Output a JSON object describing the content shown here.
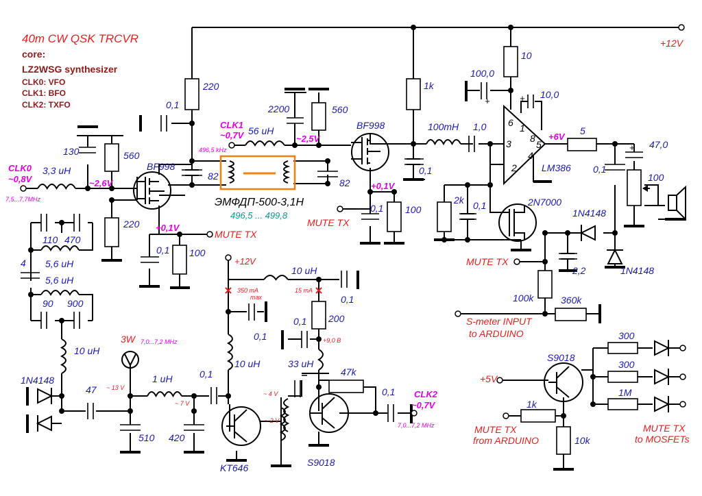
{
  "title": {
    "main": "40m CW QSK TRCVR",
    "core": "core:",
    "synth": "LZ2WSG  synthesizer",
    "clk0": "CLK0: VFO",
    "clk1": "CLK1: BFO",
    "clk2": "CLK2: TXFO"
  },
  "supply": "+12V",
  "labels": [
    {
      "id": "r-220-top",
      "text": "220",
      "color": "blue"
    },
    {
      "id": "c-0-1-a",
      "text": "0,1",
      "color": "blue"
    },
    {
      "id": "c-130",
      "text": "130",
      "color": "blue"
    },
    {
      "id": "r-560-a",
      "text": "560",
      "color": "blue"
    },
    {
      "id": "clk0",
      "text": "CLK0",
      "color": "mag"
    },
    {
      "id": "clk0-v",
      "text": "~0,8V",
      "color": "mag"
    },
    {
      "id": "l-3-3uh",
      "text": "3,3 uH",
      "color": "blue"
    },
    {
      "id": "v-2-6",
      "text": "~2,6V",
      "color": "mag"
    },
    {
      "id": "bf998-1",
      "text": "BF998",
      "color": "blue"
    },
    {
      "id": "c-82-a",
      "text": "82",
      "color": "blue"
    },
    {
      "id": "freq-vfo",
      "text": "7,5...7,7MHz",
      "color": "mag"
    },
    {
      "id": "clk1",
      "text": "CLK1",
      "color": "mag"
    },
    {
      "id": "clk1-v",
      "text": "~0,7V",
      "color": "mag"
    },
    {
      "id": "freq-bfo",
      "text": "496,5 kHz",
      "color": "mag"
    },
    {
      "id": "l-56uh",
      "text": "56 uH",
      "color": "blue"
    },
    {
      "id": "c-2200",
      "text": "2200",
      "color": "blue"
    },
    {
      "id": "r-560-b",
      "text": "560",
      "color": "blue"
    },
    {
      "id": "v-2-5",
      "text": "~2,5V",
      "color": "mag"
    },
    {
      "id": "bf998-2",
      "text": "BF998",
      "color": "blue"
    },
    {
      "id": "c-82-b",
      "text": "82",
      "color": "blue"
    },
    {
      "id": "filter-name",
      "text": "ЭМФДП-500-3,1Н",
      "color": "blk"
    },
    {
      "id": "filter-freq",
      "text": "496,5 ... 499,8",
      "color": "teal"
    },
    {
      "id": "r-220-mid",
      "text": "220",
      "color": "blue"
    },
    {
      "id": "v-0-1-a",
      "text": "+0,1V",
      "color": "mag"
    },
    {
      "id": "mute-tx-a",
      "text": "MUTE TX",
      "color": "red"
    },
    {
      "id": "c-0-1-b",
      "text": "0,1",
      "color": "blue"
    },
    {
      "id": "r-100-a",
      "text": "100",
      "color": "blue"
    },
    {
      "id": "v-0-1-b",
      "text": "+0,1V",
      "color": "mag"
    },
    {
      "id": "c-0-1-c",
      "text": "0,1",
      "color": "blue"
    },
    {
      "id": "r-100-b",
      "text": "100",
      "color": "blue"
    },
    {
      "id": "mute-tx-b",
      "text": "MUTE TX",
      "color": "red"
    },
    {
      "id": "r-1k",
      "text": "1k",
      "color": "blue"
    },
    {
      "id": "l-100mh",
      "text": "100mH",
      "color": "blue"
    },
    {
      "id": "c-1-0",
      "text": "1,0",
      "color": "blue"
    },
    {
      "id": "c-0-1-d",
      "text": "0,1",
      "color": "blue"
    },
    {
      "id": "c-100-0",
      "text": "100,0",
      "color": "blue"
    },
    {
      "id": "r-10",
      "text": "10",
      "color": "blue"
    },
    {
      "id": "c-10-0",
      "text": "10,0",
      "color": "blue"
    },
    {
      "id": "pin-6",
      "text": "6",
      "color": "blk"
    },
    {
      "id": "pin-1",
      "text": "1",
      "color": "blk"
    },
    {
      "id": "pin-8",
      "text": "8",
      "color": "blk"
    },
    {
      "id": "pin-3",
      "text": "3",
      "color": "blk"
    },
    {
      "id": "pin-5",
      "text": "5",
      "color": "blk"
    },
    {
      "id": "pin-4",
      "text": "4",
      "color": "blk"
    },
    {
      "id": "pin-2",
      "text": "2",
      "color": "blk"
    },
    {
      "id": "lm386",
      "text": "LM386",
      "color": "blue"
    },
    {
      "id": "v-6v",
      "text": "+6V",
      "color": "mag"
    },
    {
      "id": "r-5",
      "text": "5",
      "color": "blue"
    },
    {
      "id": "c-47-0",
      "text": "47,0",
      "color": "blue"
    },
    {
      "id": "c-0-1-e",
      "text": "0,1",
      "color": "blue"
    },
    {
      "id": "pot-100",
      "text": "100",
      "color": "blue"
    },
    {
      "id": "r-2k",
      "text": "2k",
      "color": "blue"
    },
    {
      "id": "c-0-1-f",
      "text": "0,1",
      "color": "blue"
    },
    {
      "id": "q-2n7000",
      "text": "2N7000",
      "color": "blue"
    },
    {
      "id": "d-1n4148-a",
      "text": "1N4148",
      "color": "blue"
    },
    {
      "id": "d-1n4148-b",
      "text": "1N4148",
      "color": "blue"
    },
    {
      "id": "mute-tx-c",
      "text": "MUTE TX",
      "color": "red"
    },
    {
      "id": "c-2-2",
      "text": "2,2",
      "color": "blue"
    },
    {
      "id": "r-100k",
      "text": "100k",
      "color": "blue"
    },
    {
      "id": "r-360k",
      "text": "360k",
      "color": "blue"
    },
    {
      "id": "smeter-1",
      "text": "S-meter INPUT",
      "color": "red"
    },
    {
      "id": "smeter-2",
      "text": "to ARDUINO",
      "color": "red"
    },
    {
      "id": "c-110",
      "text": "110",
      "color": "blue"
    },
    {
      "id": "c-470",
      "text": "470",
      "color": "blue"
    },
    {
      "id": "c-4",
      "text": "4",
      "color": "blue"
    },
    {
      "id": "l-5-6-a",
      "text": "5,6 uH",
      "color": "blue"
    },
    {
      "id": "l-5-6-b",
      "text": "5,6 uH",
      "color": "blue"
    },
    {
      "id": "c-90",
      "text": "90",
      "color": "blue"
    },
    {
      "id": "c-900",
      "text": "900",
      "color": "blue"
    },
    {
      "id": "l-10uh-a",
      "text": "10 uH",
      "color": "blue"
    },
    {
      "id": "d-1n4148-c",
      "text": "1N4148",
      "color": "blue"
    },
    {
      "id": "pwr-3w",
      "text": "3W",
      "color": "red"
    },
    {
      "id": "freq-out",
      "text": "7,0...7,2 MHz",
      "color": "mag"
    },
    {
      "id": "v-13",
      "text": "~ 13 V",
      "color": "red"
    },
    {
      "id": "l-1uh",
      "text": "1 uH",
      "color": "blue"
    },
    {
      "id": "v-7",
      "text": "~ 7 V",
      "color": "red"
    },
    {
      "id": "c-0-1-g",
      "text": "0,1",
      "color": "blue"
    },
    {
      "id": "c-47",
      "text": "47",
      "color": "blue"
    },
    {
      "id": "c-510",
      "text": "510",
      "color": "blue"
    },
    {
      "id": "c-420",
      "text": "420",
      "color": "blue"
    },
    {
      "id": "v-12-b",
      "text": "+12V",
      "color": "red"
    },
    {
      "id": "l-10uh-b",
      "text": "10 uH",
      "color": "blue"
    },
    {
      "id": "i-350",
      "text": "350 mA",
      "color": "red"
    },
    {
      "id": "i-max",
      "text": "max",
      "color": "red"
    },
    {
      "id": "i-15",
      "text": "15 mA",
      "color": "red"
    },
    {
      "id": "c-0-1-h",
      "text": "0,1",
      "color": "blue"
    },
    {
      "id": "c-0-1-i",
      "text": "0,1",
      "color": "blue"
    },
    {
      "id": "l-10uh-c",
      "text": "10 uH",
      "color": "blue"
    },
    {
      "id": "c-0-1-j",
      "text": "0,1",
      "color": "blue"
    },
    {
      "id": "r-200",
      "text": "200",
      "color": "blue"
    },
    {
      "id": "v-9",
      "text": "+9,0 B",
      "color": "red"
    },
    {
      "id": "l-33uh",
      "text": "33 uH",
      "color": "blue"
    },
    {
      "id": "r-47k",
      "text": "47k",
      "color": "blue"
    },
    {
      "id": "v-4",
      "text": "~ 4 V",
      "color": "red"
    },
    {
      "id": "v-2",
      "text": "~ 2 V",
      "color": "red"
    },
    {
      "id": "c-0-1-k",
      "text": "0,1",
      "color": "blue"
    },
    {
      "id": "clk2",
      "text": "CLK2",
      "color": "mag"
    },
    {
      "id": "clk2-v",
      "text": "~0,7V",
      "color": "mag"
    },
    {
      "id": "freq-clk2",
      "text": "7,0...7,2 MHz",
      "color": "mag"
    },
    {
      "id": "q-kt646",
      "text": "KT646",
      "color": "blue"
    },
    {
      "id": "q-s9018-a",
      "text": "S9018",
      "color": "blue"
    },
    {
      "id": "q-s9018-b",
      "text": "S9018",
      "color": "blue"
    },
    {
      "id": "v-5v",
      "text": "+5V",
      "color": "red"
    },
    {
      "id": "r-1k-b",
      "text": "1k",
      "color": "blue"
    },
    {
      "id": "mute-tx-d",
      "text": "MUTE TX",
      "color": "red"
    },
    {
      "id": "mute-from",
      "text": "from ARDUINO",
      "color": "red"
    },
    {
      "id": "r-10k",
      "text": "10k",
      "color": "blue"
    },
    {
      "id": "r-300-a",
      "text": "300",
      "color": "blue"
    },
    {
      "id": "r-300-b",
      "text": "300",
      "color": "blue"
    },
    {
      "id": "r-1m",
      "text": "1M",
      "color": "blue"
    },
    {
      "id": "mute-tx-e",
      "text": "MUTE TX",
      "color": "red"
    },
    {
      "id": "mute-to",
      "text": "to MOSFETs",
      "color": "red"
    }
  ]
}
